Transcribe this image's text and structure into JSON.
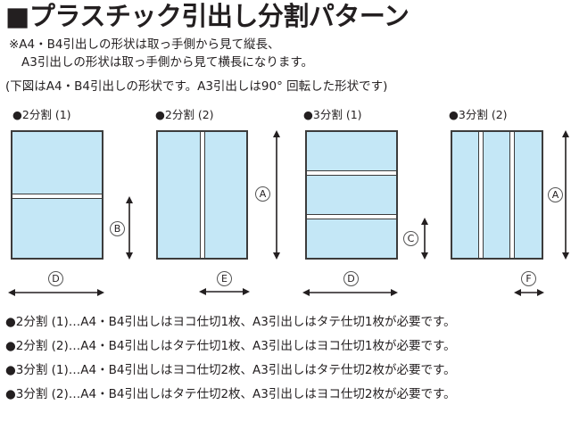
{
  "title": "■プラスチック引出し分割パターン",
  "notes": [
    "※A4・B4引出しの形状は取っ手側から見て縦長、",
    "A3引出しの形状は取っ手側から見て横長になります。",
    "(下図はA4・B4引出しの形状です。A3引出しは90° 回転した形状です)"
  ],
  "diagrams": [
    {
      "caption": "●2分割 (1)",
      "dims": [
        "B",
        "D"
      ]
    },
    {
      "caption": "●2分割 (2)",
      "dims": [
        "A",
        "E"
      ]
    },
    {
      "caption": "●3分割 (1)",
      "dims": [
        "C",
        "D"
      ]
    },
    {
      "caption": "●3分割 (2)",
      "dims": [
        "A",
        "F"
      ]
    }
  ],
  "descriptions": [
    "●2分割 (1)…A4・B4引出しはヨコ仕切1枚、A3引出しはタテ仕切1枚が必要です。",
    "●2分割 (2)…A4・B4引出しはタテ仕切1枚、A3引出しはヨコ仕切1枚が必要です。",
    "●3分割 (1)…A4・B4引出しはヨコ仕切2枚、A3引出しはタテ仕切2枚が必要です。",
    "●3分割 (2)…A4・B4引出しはタテ仕切2枚、A3引出しはヨコ仕切2枚が必要です。"
  ],
  "colors": {
    "fill": "#c4e7f6",
    "line": "#3c3c3c",
    "text": "#231f20"
  }
}
